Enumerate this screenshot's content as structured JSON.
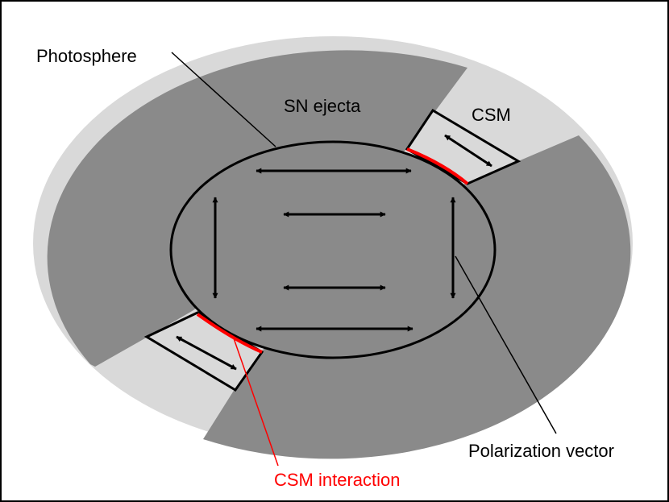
{
  "labels": {
    "photosphere": "Photosphere",
    "sn_ejecta": "SN ejecta",
    "csm": "CSM",
    "polarization_vector": "Polarization vector",
    "csm_interaction": "CSM interaction"
  },
  "colors": {
    "ejecta": "#8a8a8a",
    "csm": "#d9d9d9",
    "interaction": "#ff0000",
    "outline": "#000000",
    "background": "#ffffff"
  }
}
